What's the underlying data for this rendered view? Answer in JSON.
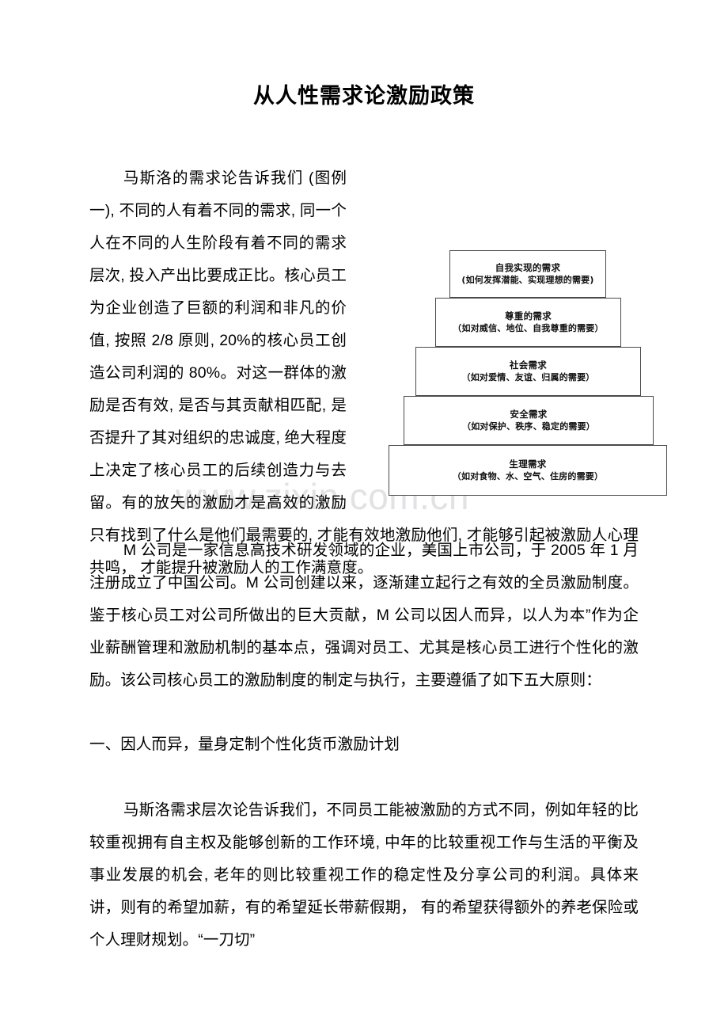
{
  "document": {
    "title": "从人性需求论激励政策",
    "watermark": "www.zixin.com.cn"
  },
  "body": {
    "paragraph_1": "马斯洛的需求论告诉我们 (图例一), 不同的人有着不同的需求, 同一个人在不同的人生阶段有着不同的需求层次, 投入产出比要成正比。核心员工为企业创造了巨额的利润和非凡的价值, 按照 2/8 原则, 20%的核心员工创造公司利润的 80%。对这一群体的激励是否有效, 是否与其贡献相匹配, 是否提升了其对组织的忠诚度, 绝大程度上决定了核心员工的后续创造力与去留。有的放矢的激励才是高效的激励只有找到了什么是他们最需要的, 才能有效地激励他们, 才能够引起被激励人心理共鸣， 才能提升被激励人的工作满意度。",
    "paragraph_2": "M 公司是一家信息高技术研发领域的企业，美国上市公司，于 2005 年 1 月注册成立了中国公司。M 公司创建以来，逐渐建立起行之有效的全员激励制度。鉴于核心员工对公司所做出的巨大贡献，M 公司以因人而异，以人为本”作为企业薪酬管理和激励机制的基本点，强调对员工、尤其是核心员工进行个性化的激励。该公司核心员工的激励制度的制定与执行，主要遵循了如下五大原则：",
    "heading_1": "一、因人而异，量身定制个性化货币激励计划",
    "paragraph_3": "马斯洛需求层次论告诉我们，不同员工能被激励的方式不同，例如年轻的比较重视拥有自主权及能够创新的工作环境, 中年的比较重视工作与生活的平衡及事业发展的机会, 老年的则比较重视工作的稳定性及分享公司的利润。具体来讲，则有的希望加薪，有的希望延长带薪假期， 有的希望获得额外的养老保险或个人理财规划。“一刀切”"
  },
  "figure": {
    "name": "图例一",
    "tiers": [
      {
        "id": "self-actualization",
        "title": "自我实现的需求",
        "subtitle": "(如何发挥潜能、实现理想的需要)"
      },
      {
        "id": "esteem",
        "title": "尊重的需求",
        "subtitle": "（如对威信、地位、自我尊重的需要）"
      },
      {
        "id": "social",
        "title": "社会需求",
        "subtitle": "（如对爱情、友谊、归属的需要）"
      },
      {
        "id": "safety",
        "title": "安全需求",
        "subtitle": "（如对保护、秩序、稳定的需要）"
      },
      {
        "id": "physiological",
        "title": "生理需求",
        "subtitle": "（如对食物、水、空气、住房的需要）"
      }
    ]
  },
  "colors": {
    "text": "#000000",
    "box_border": "#4a4a4a",
    "watermark": "#e2e2e4",
    "page_background": "#ffffff"
  }
}
